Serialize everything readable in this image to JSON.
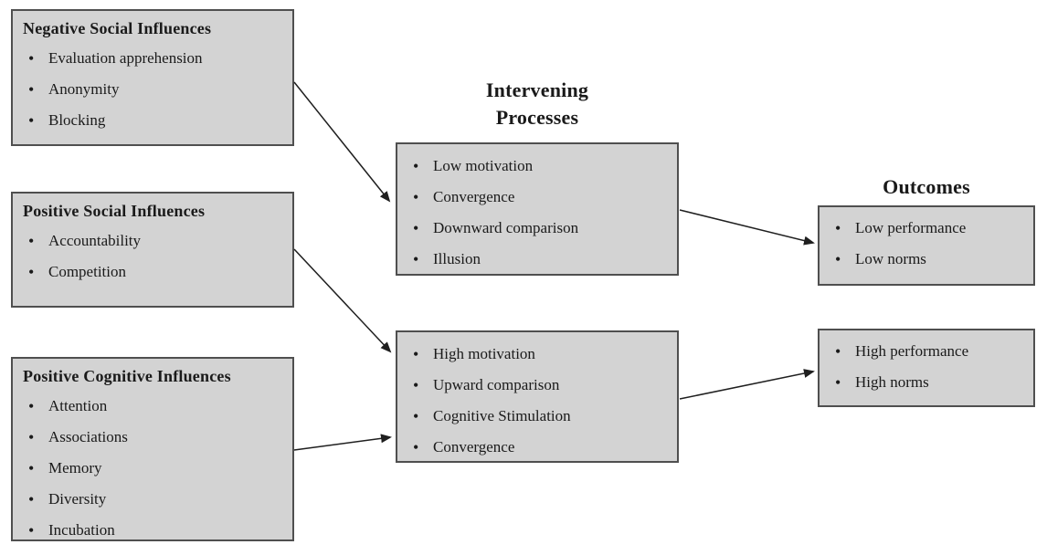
{
  "headings": {
    "intervening_processes": "Intervening Processes",
    "outcomes": "Outcomes"
  },
  "boxes": {
    "negative_social": {
      "title": "Negative Social Influences",
      "items": [
        "Evaluation apprehension",
        "Anonymity",
        "Blocking"
      ]
    },
    "positive_social": {
      "title": "Positive Social Influences",
      "items": [
        "Accountability",
        "Competition"
      ]
    },
    "positive_cognitive": {
      "title": "Positive Cognitive Influences",
      "items": [
        "Attention",
        "Associations",
        "Memory",
        "Diversity",
        "Incubation"
      ]
    },
    "intervening_negative": {
      "items": [
        "Low motivation",
        "Convergence",
        "Downward comparison",
        "Illusion"
      ]
    },
    "intervening_positive": {
      "items": [
        "High motivation",
        "Upward comparison",
        "Cognitive Stimulation",
        "Convergence"
      ]
    },
    "outcomes_negative": {
      "items": [
        "Low performance",
        "Low norms"
      ]
    },
    "outcomes_positive": {
      "items": [
        "High performance",
        "High norms"
      ]
    }
  },
  "colors": {
    "box_fill": "#d3d3d3",
    "box_border": "#4f4f4f",
    "arrow": "#1f1f1f",
    "text": "#1a1a1a",
    "background": "#ffffff"
  }
}
